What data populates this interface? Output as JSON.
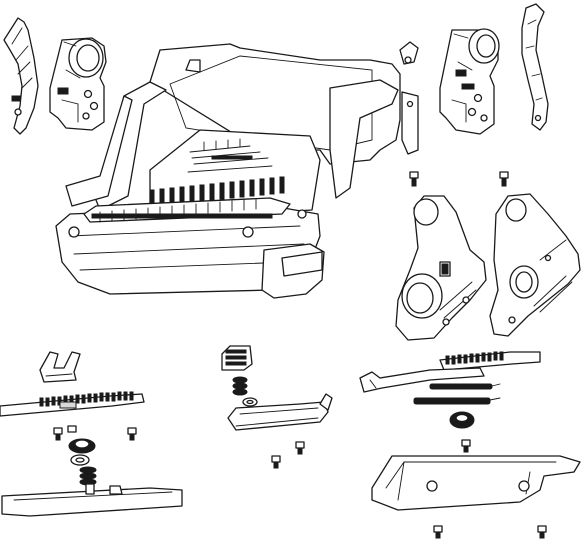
{
  "diagram": {
    "kind": "exploded-assembly-line-drawing",
    "line_color": "#1a1a1a",
    "background": "#ffffff",
    "parts": [
      {
        "id": "left-side-bracket",
        "icon": "curved-bracket-icon"
      },
      {
        "id": "left-bushing-block",
        "icon": "bushing-icon"
      },
      {
        "id": "main-chassis",
        "icon": "chassis-icon"
      },
      {
        "id": "right-bushing-block",
        "icon": "bushing-icon"
      },
      {
        "id": "right-side-bracket",
        "icon": "curved-bracket-icon"
      },
      {
        "id": "left-hinge-plate",
        "icon": "hinge-plate-icon"
      },
      {
        "id": "right-hinge-plate",
        "icon": "hinge-plate-icon"
      },
      {
        "id": "left-rack-assembly",
        "icon": "rack-icon"
      },
      {
        "id": "center-spring-assembly",
        "icon": "spring-icon"
      },
      {
        "id": "right-rack-spring-assembly",
        "icon": "rack-icon"
      },
      {
        "id": "lower-right-tray",
        "icon": "tray-icon"
      },
      {
        "id": "screws",
        "icon": "screw-icon"
      }
    ]
  }
}
